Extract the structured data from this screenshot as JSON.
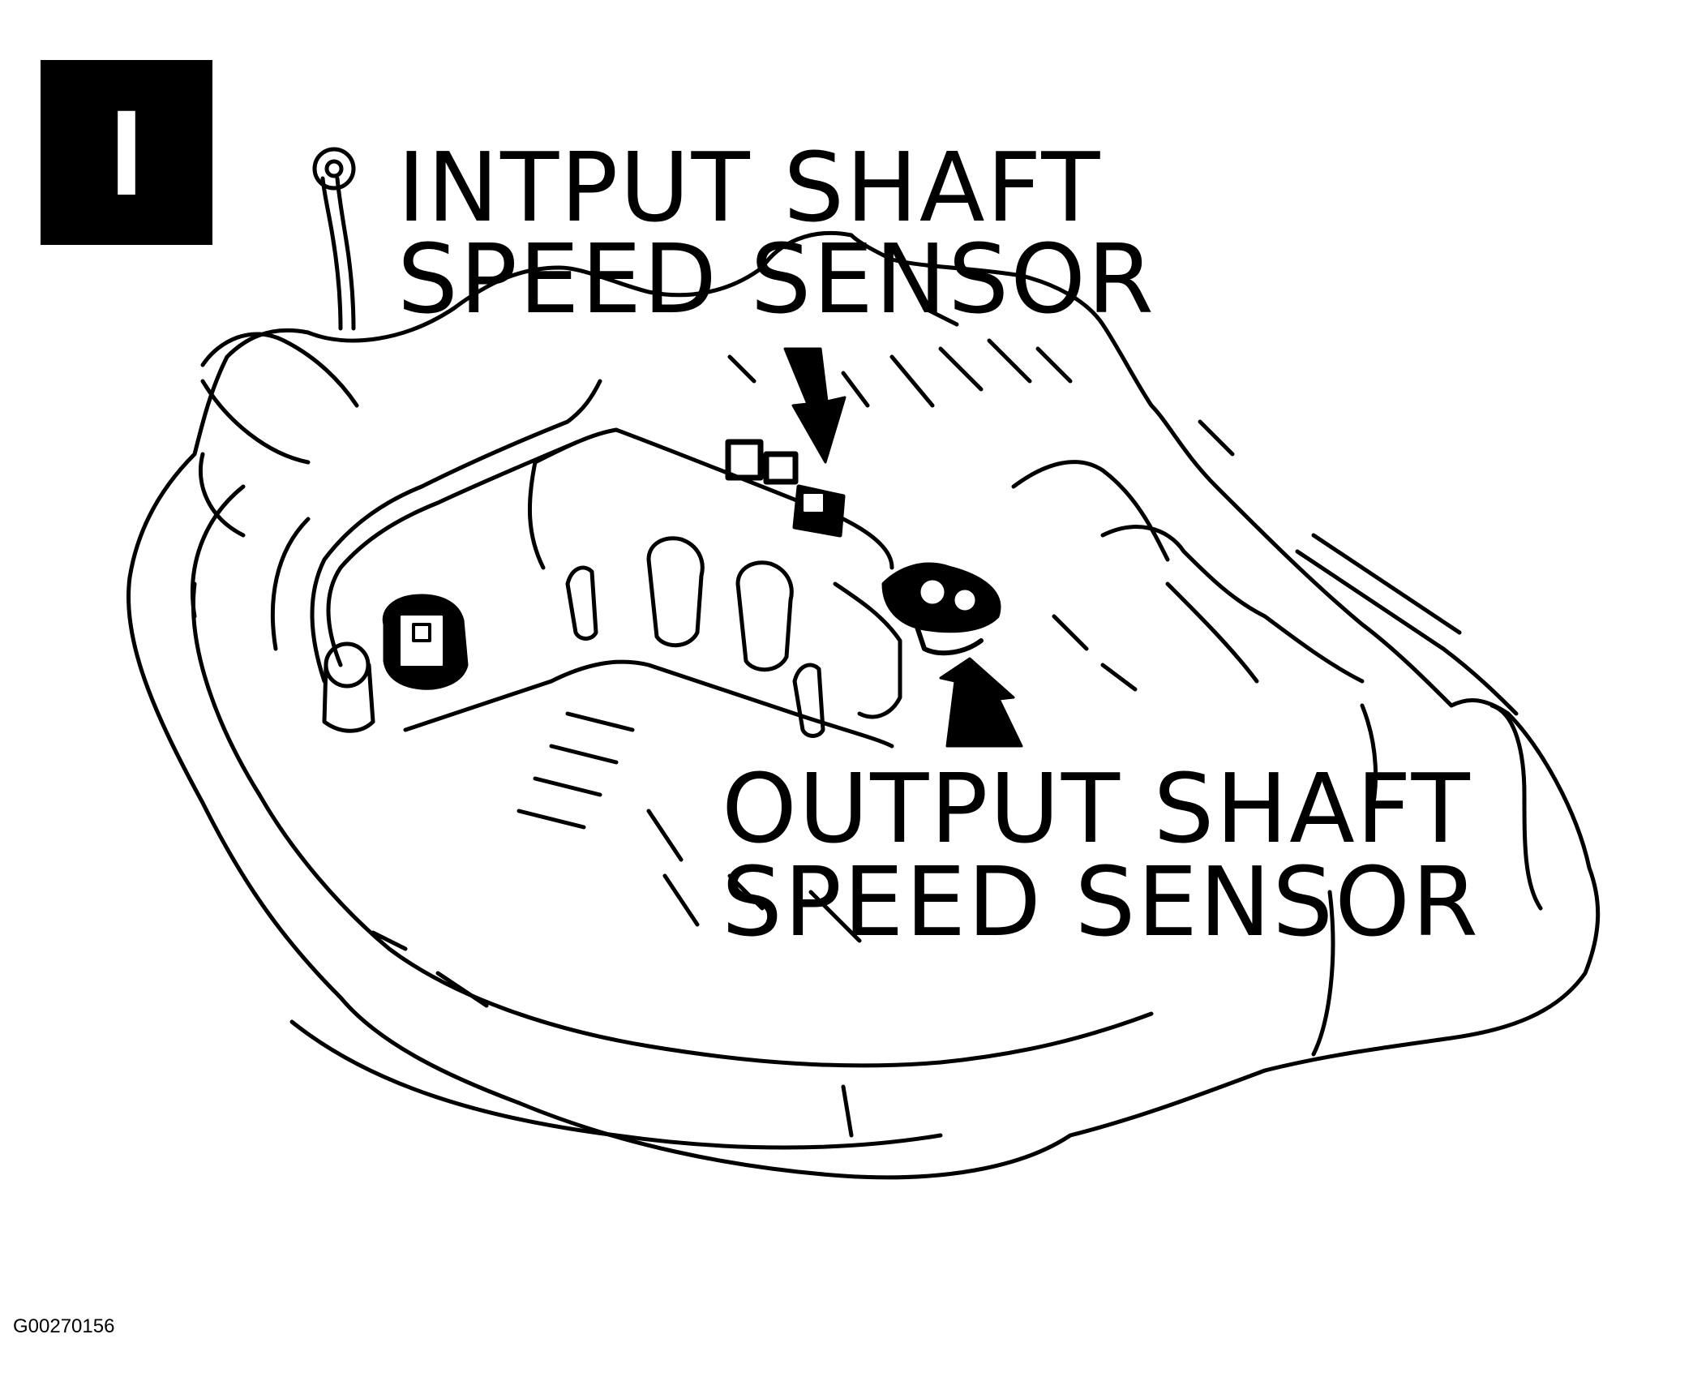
{
  "badge": "I",
  "labels": {
    "input_line1": "INTPUT SHAFT",
    "input_line2": "SPEED  SENSOR",
    "output_line1": "OUTPUT SHAFT",
    "output_line2": "SPEED  SENSOR"
  },
  "figure_id": "G00270156",
  "colors": {
    "ink": "#000000",
    "paper": "#ffffff"
  }
}
